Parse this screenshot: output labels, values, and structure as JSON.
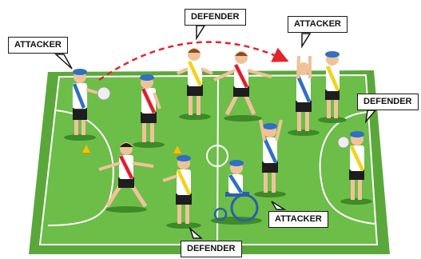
{
  "labels": {
    "attacker_left": "ATTACKER",
    "defender_top": "DEFENDER",
    "attacker_top_right": "ATTACKER",
    "defender_right": "DEFENDER",
    "attacker_bottom": "ATTACKER",
    "defender_bottom": "DEFENDER"
  },
  "colors": {
    "court_green": "#69bb45",
    "court_dark": "#4f9b33",
    "court_lines": "#ffffff",
    "pass_arrow": "#e0262b",
    "attacker_bib": "#ffffff",
    "defender_bib_sash": "#e31d2b",
    "team_sash_yellow": "#f3d21a",
    "hat_blue": "#2f6fc4",
    "cone_yellow": "#f5c200"
  }
}
